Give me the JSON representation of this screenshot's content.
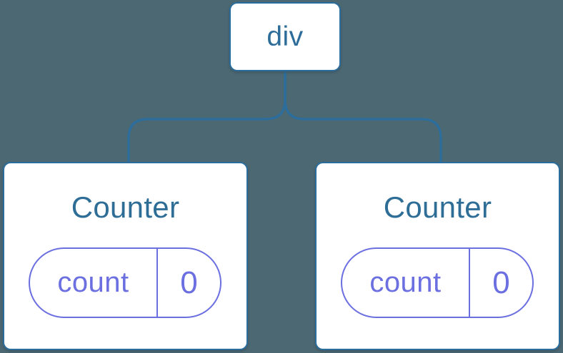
{
  "diagram": {
    "description": "React component tree diagram showing a div root with two Counter children each holding isolated state",
    "colors": {
      "background": "#4C6873",
      "node_fill": "#FFFFFF",
      "tree_accent_blue": "#2B6E9E",
      "node_text_blue": "#2E6D99",
      "title_text_blue": "#2E6D96",
      "state_accent_purple": "#6B6FE0"
    },
    "root": {
      "label": "div"
    },
    "children": [
      {
        "title": "Counter",
        "state": [
          {
            "name": "count",
            "value": "0"
          }
        ]
      },
      {
        "title": "Counter",
        "state": [
          {
            "name": "count",
            "value": "0"
          }
        ]
      }
    ]
  }
}
